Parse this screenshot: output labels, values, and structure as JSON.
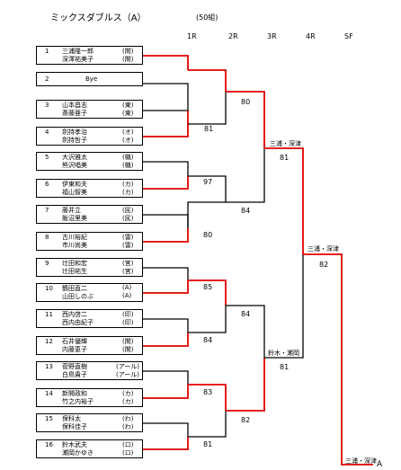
{
  "header": {
    "title": "ミックスダブルス（A）",
    "subtitle": "(50組)",
    "rounds": [
      "1R",
      "2R",
      "3R",
      "4R",
      "SF"
    ]
  },
  "entries": [
    {
      "num": "1",
      "p1": "三浦隆一郎",
      "c1": "(関)",
      "p2": "深澤祐美子",
      "c2": "(関)"
    },
    {
      "num": "2",
      "bye": "Bye"
    },
    {
      "num": "3",
      "p1": "山本昌志",
      "c1": "(東)",
      "p2": "斎藤亜子",
      "c2": "(東)"
    },
    {
      "num": "4",
      "p1": "劍持孝治",
      "c1": "(オ)",
      "p2": "劍持哲子",
      "c2": "(オ)"
    },
    {
      "num": "5",
      "p1": "大沢雅太",
      "c1": "(機)",
      "p2": "熊沢唱美",
      "c2": "(機)"
    },
    {
      "num": "6",
      "p1": "伊東和夫",
      "c1": "(カ)",
      "p2": "福山智美",
      "c2": "(カ)"
    },
    {
      "num": "7",
      "p1": "藤井立",
      "c1": "(民)",
      "p2": "飯沼里美",
      "c2": "(民)"
    },
    {
      "num": "8",
      "p1": "古川裕紀",
      "c1": "(雷)",
      "p2": "市川尚美",
      "c2": "(雷)"
    },
    {
      "num": "9",
      "p1": "辻田和宏",
      "c1": "(宮)",
      "p2": "辻田祐生",
      "c2": "(宮)"
    },
    {
      "num": "10",
      "p1": "鶴田直二",
      "c1": "(A)",
      "p2": "山田しのぶ",
      "c2": "(A)"
    },
    {
      "num": "11",
      "p1": "西内啓二",
      "c1": "(印)",
      "p2": "西内由紀子",
      "c2": "(印)"
    },
    {
      "num": "12",
      "p1": "石井優輝",
      "c1": "(関)",
      "p2": "内藤恵子",
      "c2": "(関)"
    },
    {
      "num": "13",
      "p1": "菅野直樹",
      "c1": "(アール)",
      "p2": "白鳥貴子",
      "c2": "(アール)"
    },
    {
      "num": "14",
      "p1": "新開政和",
      "c1": "(カ)",
      "p2": "竹之内裕子",
      "c2": "(カ)"
    },
    {
      "num": "15",
      "p1": "保科太",
      "c1": "(わ)",
      "p2": "保科佳子",
      "c2": "(わ)"
    },
    {
      "num": "16",
      "p1": "鈴木武夫",
      "c1": "(ロ)",
      "p2": "瀬岡かゆき",
      "c2": "(ロ)"
    }
  ],
  "scores": {
    "r2_1": "80",
    "r1_4": "81",
    "r1_6": "97",
    "r2_2": "84",
    "r1_8": "80",
    "r1_10": "85",
    "r2_3": "84",
    "r1_12": "84",
    "r1_14": "83",
    "r2_4": "82",
    "r1_16": "81",
    "r3_1": "81",
    "r4_1": "82",
    "r3_2": "81"
  },
  "winners": {
    "r3_top": "三浦・深津",
    "r4_top": "三浦・深津",
    "r3_bottom": "鈴木・瀬岡",
    "sf": "三浦・深津",
    "final_arrow": "A"
  },
  "colors": {
    "winner_line": "#e00000",
    "line": "#000000"
  }
}
